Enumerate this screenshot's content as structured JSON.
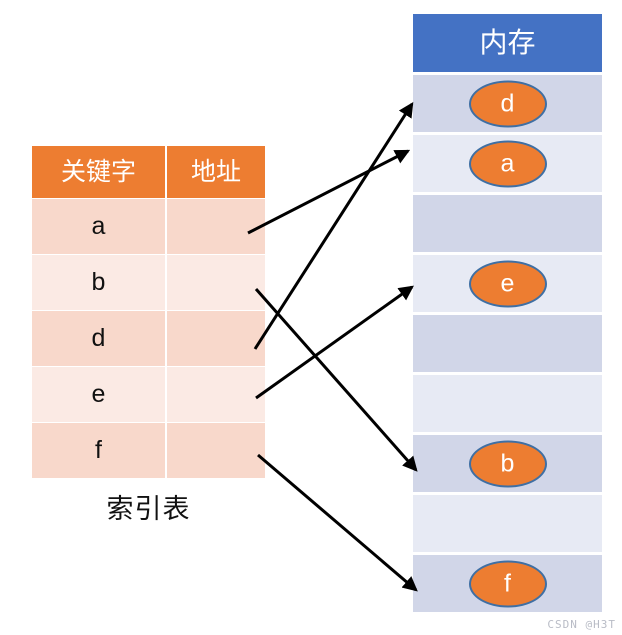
{
  "index_table": {
    "caption": "索引表",
    "headers": [
      "关键字",
      "地址"
    ],
    "rows": [
      {
        "key": "a",
        "address": ""
      },
      {
        "key": "b",
        "address": ""
      },
      {
        "key": "d",
        "address": ""
      },
      {
        "key": "e",
        "address": ""
      },
      {
        "key": "f",
        "address": ""
      }
    ]
  },
  "memory": {
    "header": "内存",
    "cells": [
      {
        "value": "d"
      },
      {
        "value": "a"
      },
      {
        "value": ""
      },
      {
        "value": "e"
      },
      {
        "value": ""
      },
      {
        "value": ""
      },
      {
        "value": "b"
      },
      {
        "value": ""
      },
      {
        "value": "f"
      }
    ]
  },
  "mappings": [
    {
      "from_key": "a",
      "to_cell": 2
    },
    {
      "from_key": "b",
      "to_cell": 7
    },
    {
      "from_key": "d",
      "to_cell": 1
    },
    {
      "from_key": "e",
      "to_cell": 4
    },
    {
      "from_key": "f",
      "to_cell": 9
    }
  ],
  "watermark": "CSDN @H3T",
  "colors": {
    "index_header": "#ed7d31",
    "index_row_dark": "#f8d8cb",
    "index_row_light": "#fbeae4",
    "memory_header": "#4472c4",
    "memory_cell_dark": "#d1d6e8",
    "memory_cell_light": "#e7eaf4",
    "ellipse_fill": "#ed7d31",
    "ellipse_border": "#3f6fa3",
    "arrow": "#000000"
  }
}
